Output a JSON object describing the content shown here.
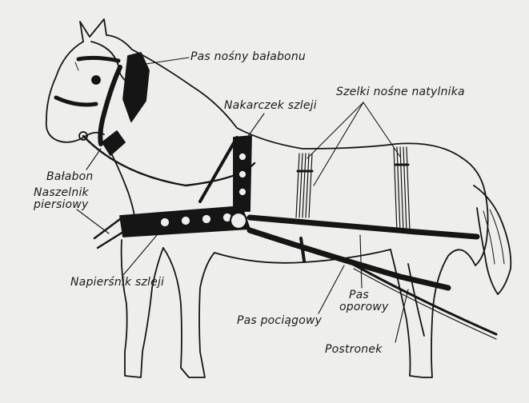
{
  "labels": {
    "pas_nosny_balabonu": "Pas nośny bałabonu",
    "nakarczek_szleji": "Nakarczek szleji",
    "szelki_nosne_natylnika": "Szelki nośne natylnika",
    "balabon": "Bałabon",
    "naszelnik_line1": "Naszelnik",
    "naszelnik_line2": "piersiowy",
    "napiersnik_szleji": "Napierśnik szleji",
    "pas_line1": "Pas",
    "pas_line2": "oporowy",
    "pas_pociagowy": "Pas pociągowy",
    "postronek": "Postronek"
  }
}
